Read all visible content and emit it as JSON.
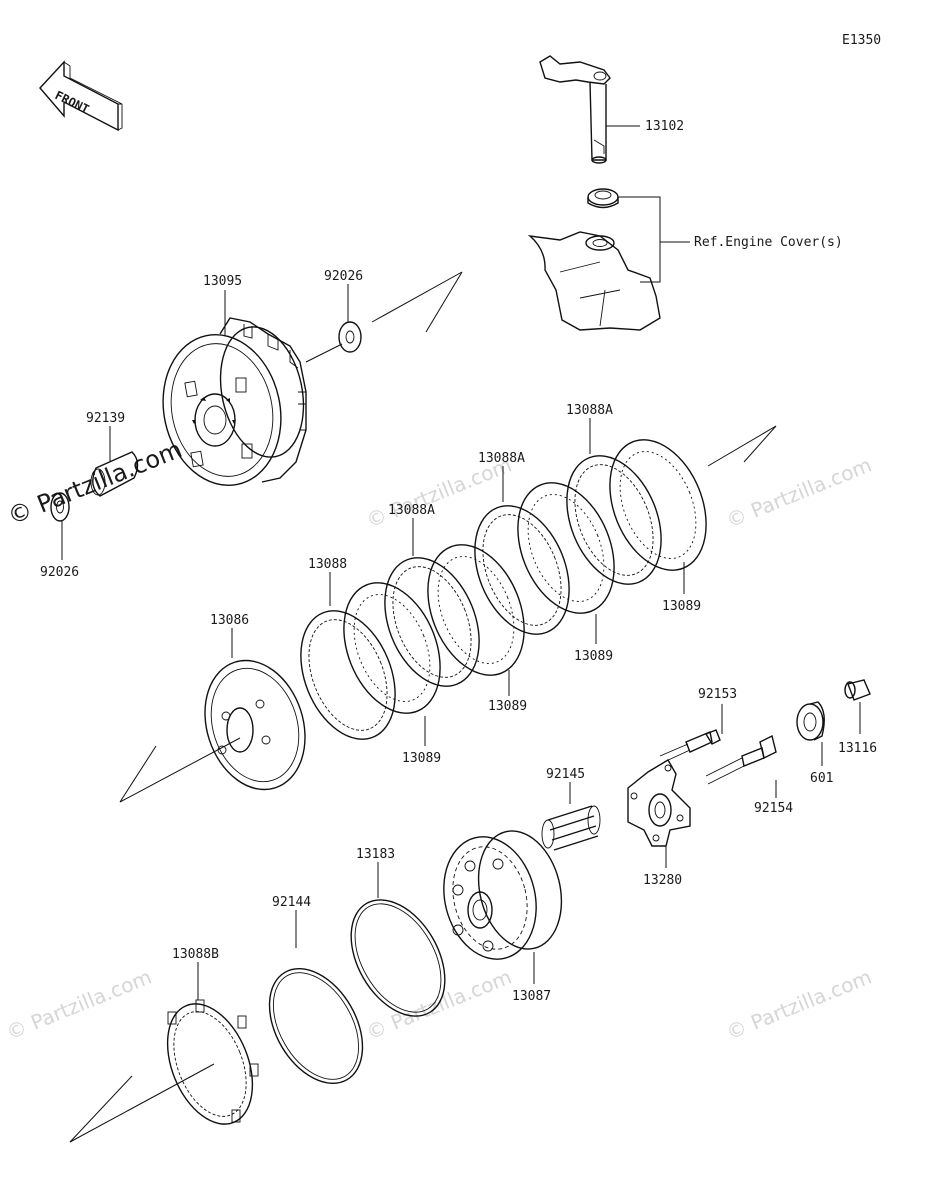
{
  "diagram_code": "E1350",
  "front_arrow_label": "FRONT",
  "watermark": "© Partzilla.com",
  "watermark_short": "Partzilla.com",
  "reference_label": "Ref.Engine Cover(s)",
  "labels": {
    "p13102": "13102",
    "p13095": "13095",
    "p92026_top": "92026",
    "p92139": "92139",
    "p92026_bottom": "92026",
    "p13088A_1": "13088A",
    "p13088A_2": "13088A",
    "p13088A_3": "13088A",
    "p13088": "13088",
    "p13089_1": "13089",
    "p13089_2": "13089",
    "p13089_3": "13089",
    "p13089_4": "13089",
    "p13086": "13086",
    "p92153": "92153",
    "p13116": "13116",
    "p601": "601",
    "p92154": "92154",
    "p92145": "92145",
    "p13280": "13280",
    "p13183": "13183",
    "p92144": "92144",
    "p13088B": "13088B",
    "p13087": "13087"
  }
}
